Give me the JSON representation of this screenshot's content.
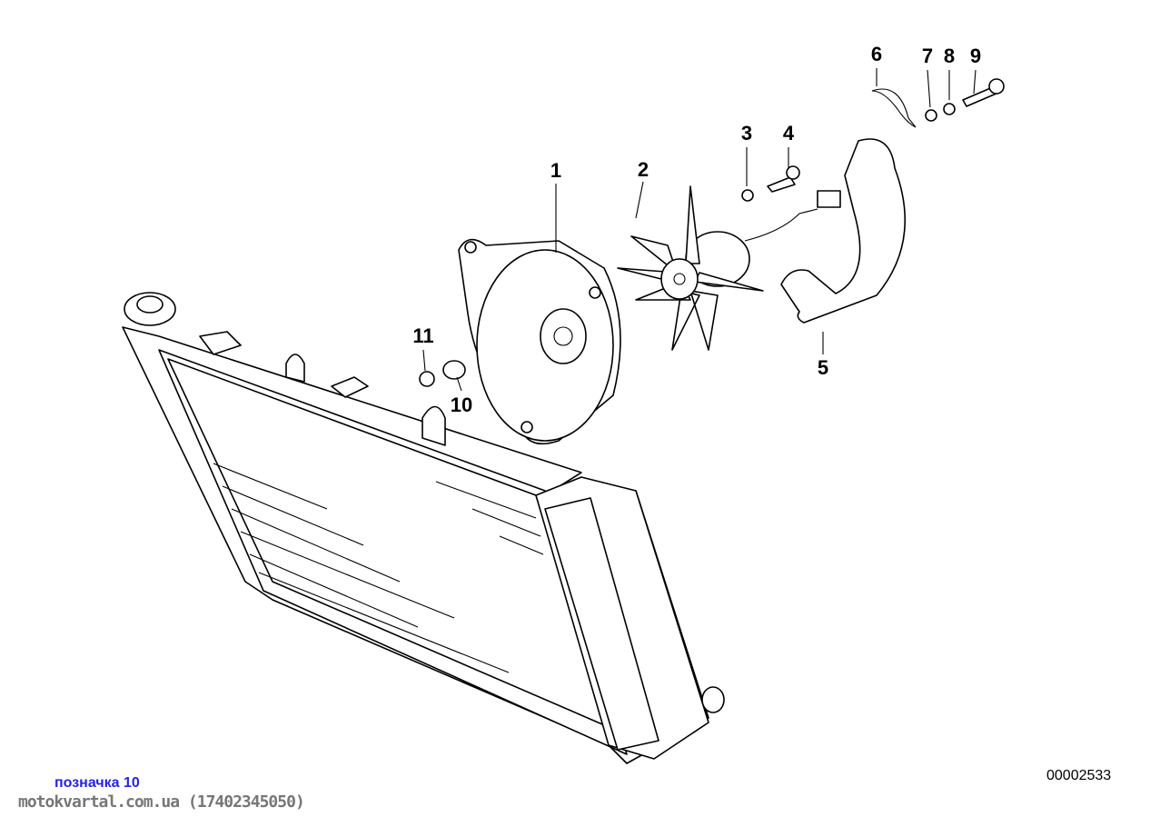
{
  "callouts": [
    {
      "id": "1",
      "text": "1"
    },
    {
      "id": "2",
      "text": "2"
    },
    {
      "id": "3",
      "text": "3"
    },
    {
      "id": "4",
      "text": "4"
    },
    {
      "id": "5",
      "text": "5"
    },
    {
      "id": "6",
      "text": "6"
    },
    {
      "id": "7",
      "text": "7"
    },
    {
      "id": "8",
      "text": "8"
    },
    {
      "id": "9",
      "text": "9"
    },
    {
      "id": "10",
      "text": "10"
    },
    {
      "id": "11",
      "text": "11"
    }
  ],
  "diagram_ref": "00002533",
  "tag_label": "позначка 10",
  "watermark": "motokvartal.com.ua (17402345050)",
  "colors": {
    "tag": "#2222ee",
    "watermark": "#777777"
  }
}
